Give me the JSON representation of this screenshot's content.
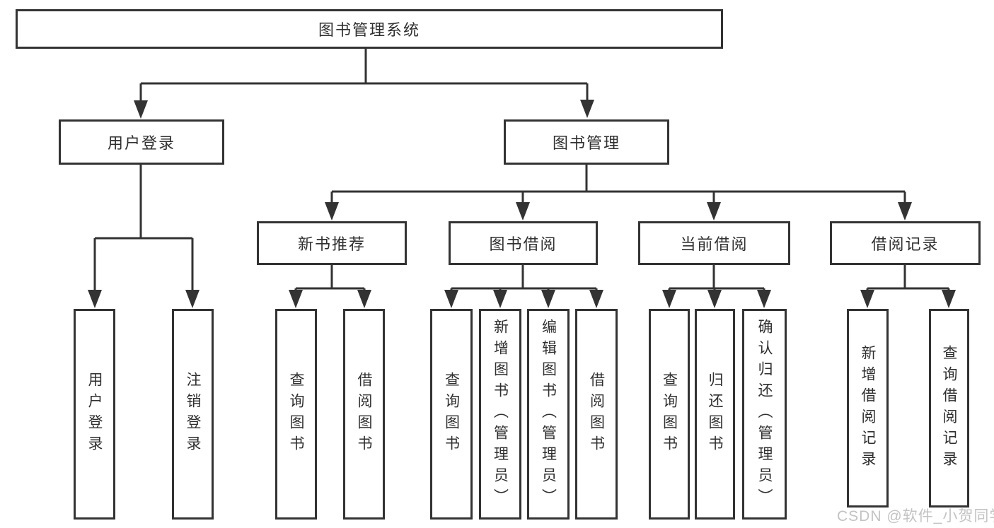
{
  "diagram": {
    "root": "图书管理系统",
    "branches_level2": [
      "用户登录",
      "图书管理"
    ],
    "branches_level3": [
      "新书推荐",
      "图书借阅",
      "当前借阅",
      "借阅记录"
    ],
    "leaves_user_login": [
      "用户登录",
      "注销登录"
    ],
    "leaves_new_book": [
      "查询图书",
      "借阅图书"
    ],
    "leaves_book_borrow": [
      "查询图书",
      "新增图书（管理员）",
      "编辑图书（管理员）",
      "借阅图书"
    ],
    "leaves_current_borrow": [
      "查询图书",
      "归还图书",
      "确认归还（管理员）"
    ],
    "leaves_borrow_records": [
      "新增借阅记录",
      "查询借阅记录"
    ]
  },
  "watermark": "CSDN @软件_小贺同学",
  "colors": {
    "line": "#333333",
    "text": "#2f2f2f",
    "background": "#ffffff",
    "watermark": "#c3c3c3"
  }
}
